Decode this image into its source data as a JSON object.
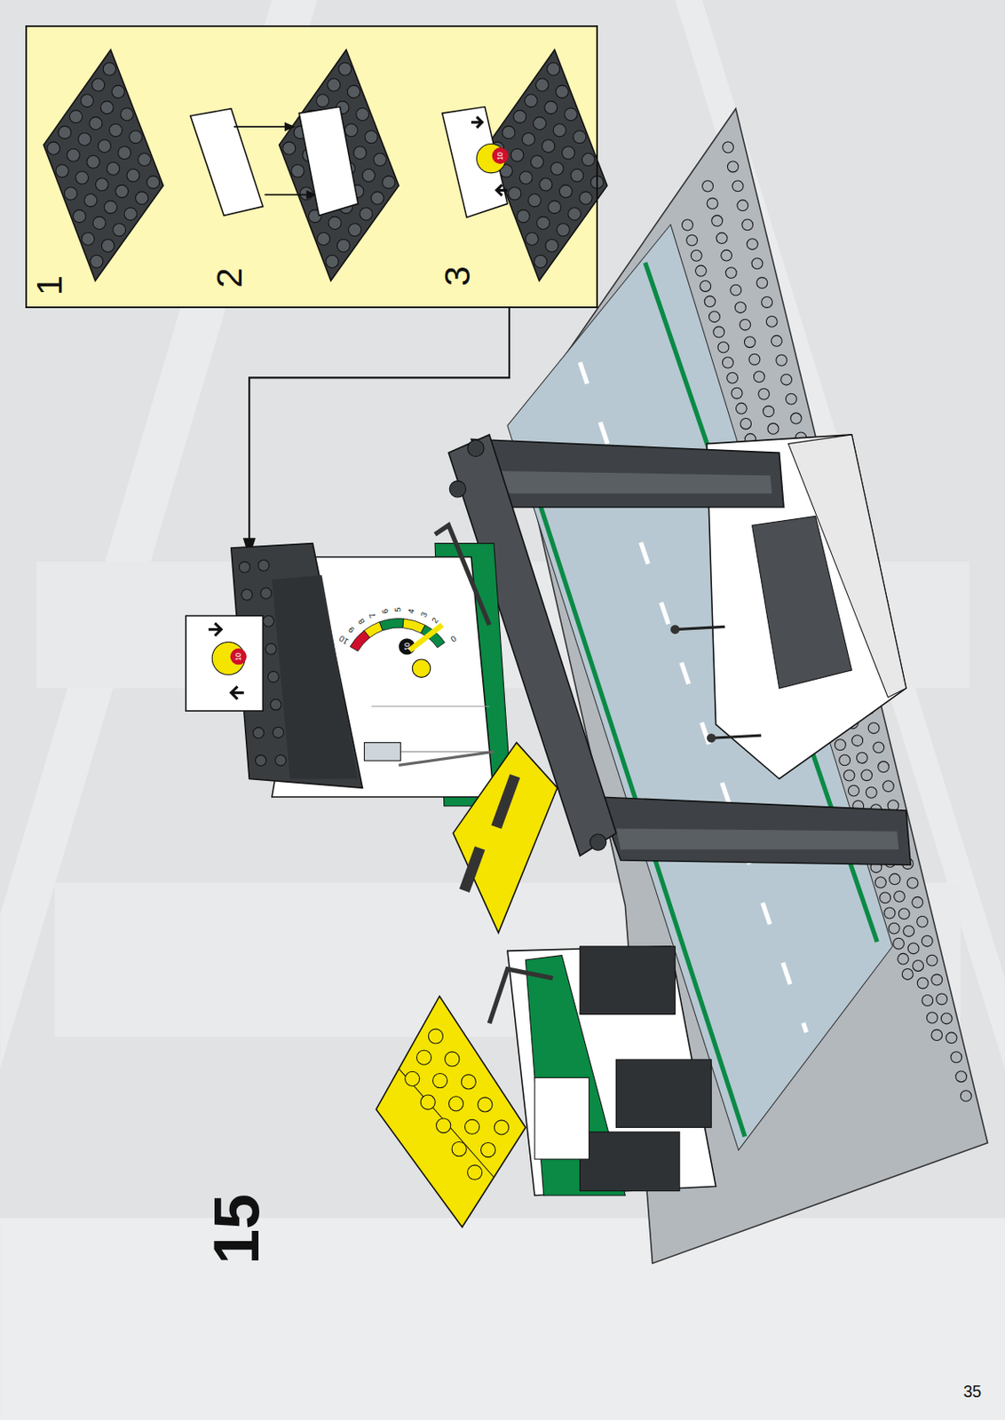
{
  "diagram": {
    "nodes": [
      {
        "text": [
          "1",
          "2",
          "3"
        ]
      }
    ],
    "labels": [
      "15",
      "35",
      "10",
      "9",
      "8",
      "7",
      "6",
      "5",
      "4",
      "3",
      "2",
      "0",
      "10",
      "10",
      "10"
    ]
  }
}
